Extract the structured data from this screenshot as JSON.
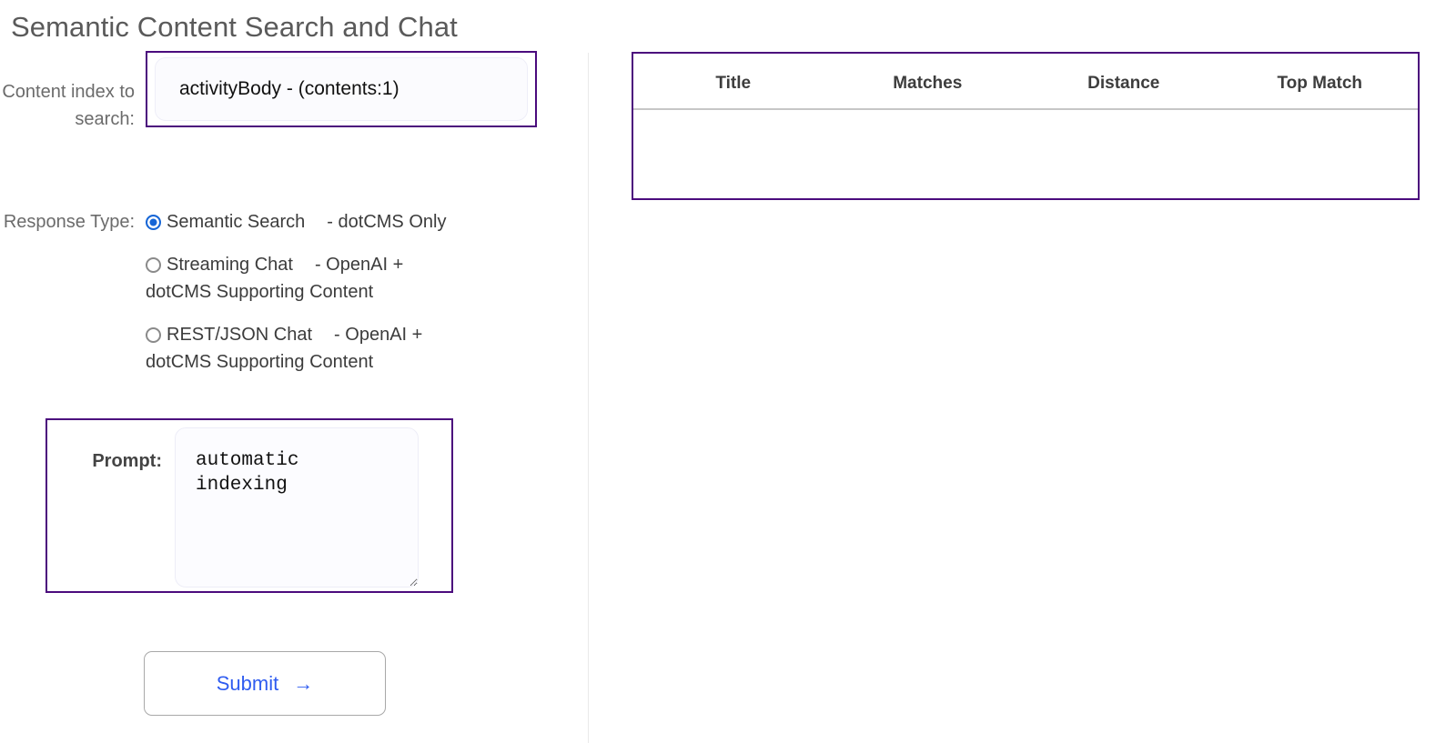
{
  "page": {
    "title": "Semantic Content Search and Chat"
  },
  "form": {
    "index_field": {
      "label": "Content index to search:",
      "selected_option": "activityBody - (contents:1)",
      "options": [
        "activityBody - (contents:1)"
      ]
    },
    "response_type": {
      "label": "Response Type:",
      "options": [
        {
          "name": "Semantic Search",
          "description": "- dotCMS Only",
          "checked": true
        },
        {
          "name": "Streaming Chat",
          "description": "- OpenAI + dotCMS Supporting Content",
          "checked": false
        },
        {
          "name": "REST/JSON Chat",
          "description": "- OpenAI + dotCMS Supporting Content",
          "checked": false
        }
      ]
    },
    "prompt": {
      "label": "Prompt:",
      "value": "automatic\nindexing",
      "placeholder": ""
    },
    "submit": {
      "label": "Submit",
      "arrow": "→"
    }
  },
  "results": {
    "columns": [
      "Title",
      "Matches",
      "Distance",
      "Top Match"
    ],
    "rows": []
  },
  "colors": {
    "accent_purple": "#4b0b7d",
    "radio_blue": "#1766d6",
    "submit_blue": "#2f5cf0",
    "label_gray": "#6b6b6b"
  }
}
